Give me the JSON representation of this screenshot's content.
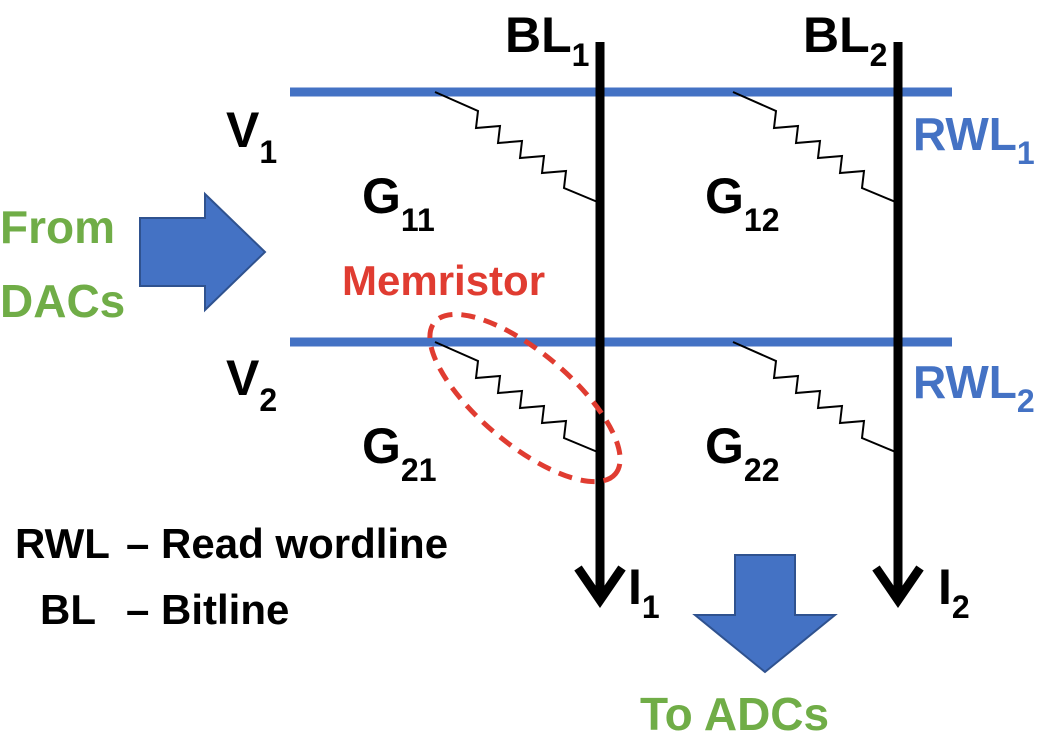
{
  "colors": {
    "wordline": "#4472C4",
    "bitline": "#000000",
    "resistor": "#000000",
    "memristor_highlight": "#E03C31",
    "accent_green": "#70AD47",
    "arrow": "#4472C4"
  },
  "bitlines": [
    {
      "name": "BL",
      "sub": "1"
    },
    {
      "name": "BL",
      "sub": "2"
    }
  ],
  "wordlines": [
    {
      "name": "RWL",
      "sub": "1"
    },
    {
      "name": "RWL",
      "sub": "2"
    }
  ],
  "voltages": [
    {
      "name": "V",
      "sub": "1"
    },
    {
      "name": "V",
      "sub": "2"
    }
  ],
  "conductances": [
    {
      "name": "G",
      "sub": "11"
    },
    {
      "name": "G",
      "sub": "12"
    },
    {
      "name": "G",
      "sub": "21"
    },
    {
      "name": "G",
      "sub": "22"
    }
  ],
  "currents": [
    {
      "name": "I",
      "sub": "1"
    },
    {
      "name": "I",
      "sub": "2"
    }
  ],
  "input_label": [
    "From",
    "DACs"
  ],
  "output_label": "To ADCs",
  "memristor_label": "Memristor",
  "legend": [
    {
      "abbr": "RWL",
      "desc": "– Read wordline"
    },
    {
      "abbr": "BL",
      "desc": "– Bitline"
    }
  ]
}
